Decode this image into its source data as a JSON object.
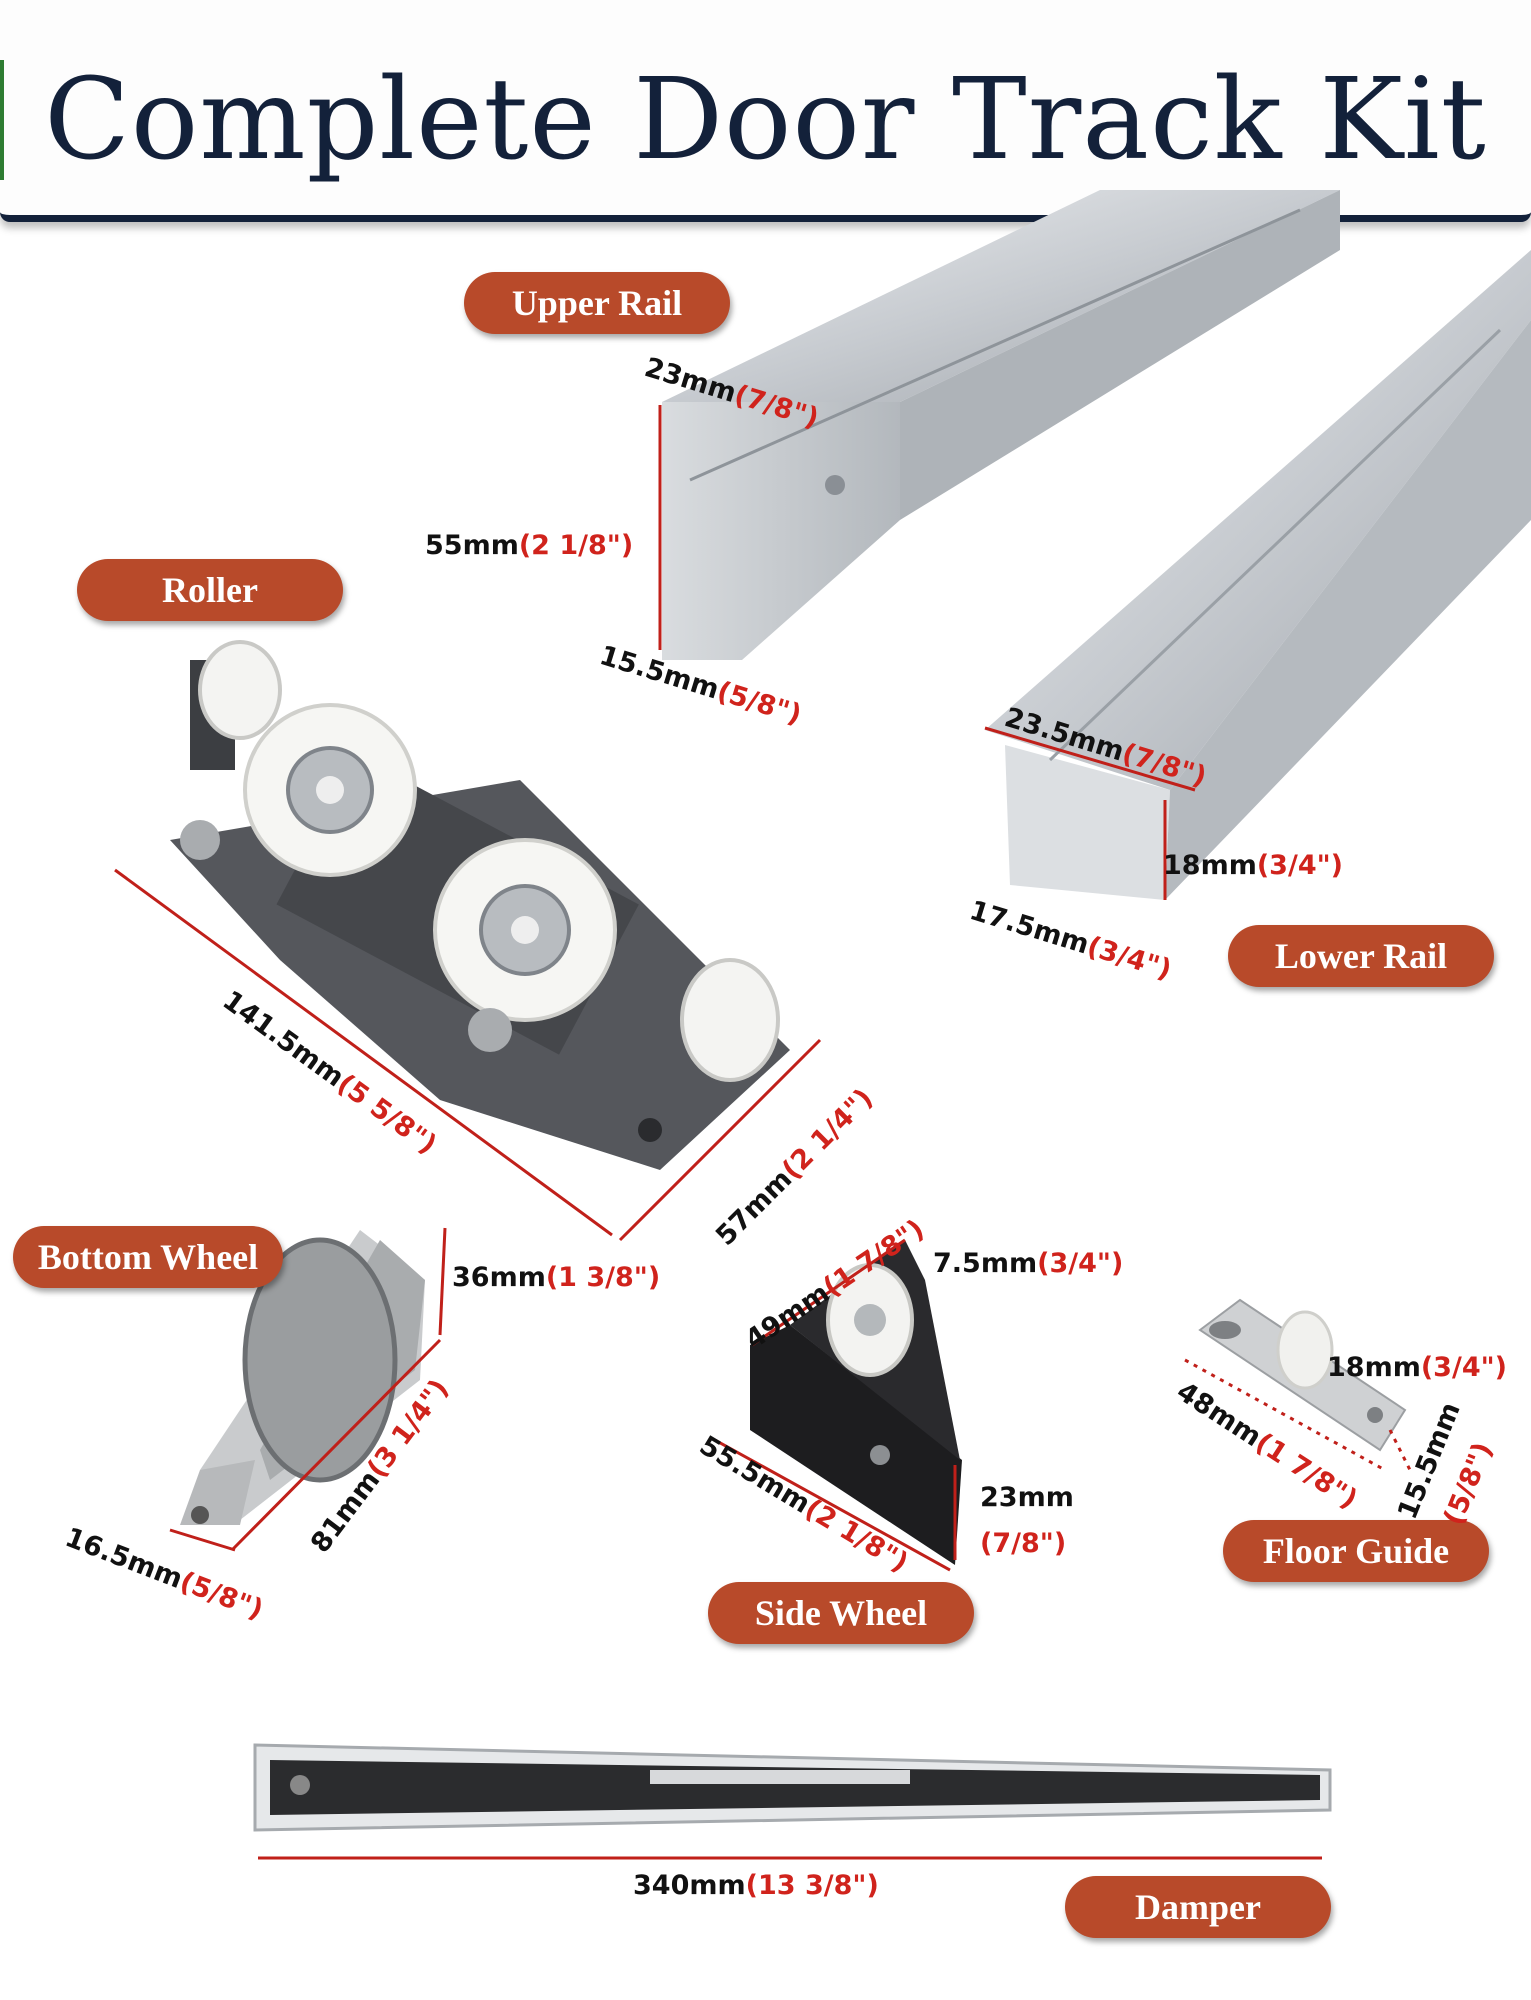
{
  "title": "Complete Door Track Kit",
  "labels": {
    "upper_rail": "Upper Rail",
    "roller": "Roller",
    "lower_rail": "Lower Rail",
    "bottom_wheel": "Bottom Wheel",
    "side_wheel": "Side Wheel",
    "floor_guide": "Floor Guide",
    "damper": "Damper"
  },
  "dims": {
    "upper_top": {
      "mm": "23mm",
      "inch": "(7/8\")"
    },
    "upper_height": {
      "mm": "55mm",
      "inch": "(2 1/8\")"
    },
    "upper_bottom": {
      "mm": "15.5mm",
      "inch": "(5/8\")"
    },
    "lower_top": {
      "mm": "23.5mm",
      "inch": "(7/8\")"
    },
    "lower_height": {
      "mm": "18mm",
      "inch": "(3/4\")"
    },
    "lower_bottom": {
      "mm": "17.5mm",
      "inch": "(3/4\")"
    },
    "roller_length": {
      "mm": "141.5mm",
      "inch": "(5 5/8\")"
    },
    "roller_width": {
      "mm": "57mm",
      "inch": "(2 1/4\")"
    },
    "bottom_height": {
      "mm": "36mm",
      "inch": "(1 3/8\")"
    },
    "bottom_length": {
      "mm": "81mm",
      "inch": "(3 1/4\")"
    },
    "bottom_width": {
      "mm": "16.5mm",
      "inch": "(5/8\")"
    },
    "side_width": {
      "mm": "49mm",
      "inch": "(1 7/8\")"
    },
    "side_thick": {
      "mm": "7.5mm",
      "inch": "(3/4\")"
    },
    "side_length": {
      "mm": "55.5mm",
      "inch": "(2 1/8\")"
    },
    "side_height": {
      "mm": "23mm",
      "inch": "(7/8\")"
    },
    "floor_height": {
      "mm": "18mm",
      "inch": "(3/4\")"
    },
    "floor_length": {
      "mm": "48mm",
      "inch": "(1 7/8\")"
    },
    "floor_width": {
      "mm": "15.5mm",
      "inch": "(5/8\")"
    },
    "damper_length": {
      "mm": "340mm",
      "inch": "(13 3/8\")"
    }
  },
  "colors": {
    "title": "#13213a",
    "pill": "#b84a2a",
    "inch": "#d0231c",
    "dimline": "#c0201a"
  }
}
